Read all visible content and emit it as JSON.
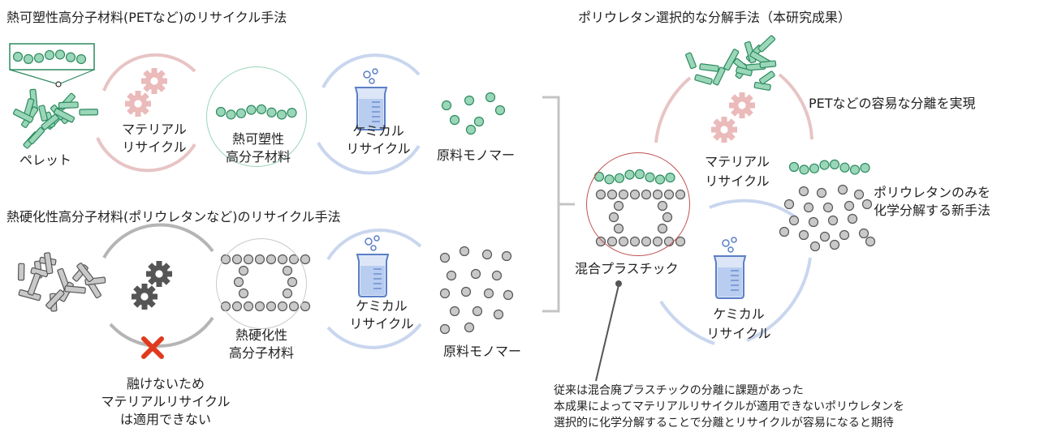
{
  "colors": {
    "green_fill": "#9ad6b8",
    "green_stroke": "#2c8a5f",
    "gray_fill": "#c9c9c9",
    "gray_stroke": "#555555",
    "pink_arrow": "#e8c4c4",
    "blue_arrow": "#c9d6ee",
    "gray_arrow": "#b0b0b0",
    "gear_pink": "#ebbaba",
    "gear_dark": "#555555",
    "beaker_blue": "#5b7fc6",
    "cross_red": "#e03a1e",
    "mixed_circle": "#c05050"
  },
  "icons": [
    "gear-icon",
    "beaker-icon",
    "cross-icon",
    "pellet-icon",
    "monomer-icon",
    "polymer-chain-icon"
  ],
  "thermoplastic": {
    "heading": "熱可塑性高分子材料(PETなど)のリサイクル手法",
    "pellet_label": "ペレット",
    "material_recycle": [
      "マテリアル",
      "リサイクル"
    ],
    "polymer_label": [
      "熱可塑性",
      "高分子材料"
    ],
    "chemical_recycle": [
      "ケミカル",
      "リサイクル"
    ],
    "monomer_label": "原料モノマー"
  },
  "thermoset": {
    "heading": "熱硬化性高分子材料(ポリウレタンなど)のリサイクル手法",
    "polymer_label": [
      "熱硬化性",
      "高分子材料"
    ],
    "chemical_recycle": [
      "ケミカル",
      "リサイクル"
    ],
    "monomer_label": "原料モノマー",
    "cannot_note": [
      "融けないため",
      "マテリアルリサイクル",
      "は適用できない"
    ]
  },
  "polyurethane_selective": {
    "heading": "ポリウレタン選択的な分解手法（本研究成果）",
    "pet_separation": "PETなどの容易な分離を実現",
    "material_recycle": [
      "マテリアル",
      "リサイクル"
    ],
    "new_method": [
      "ポリウレタンのみを",
      "化学分解する新手法"
    ],
    "mixed_plastic": "混合プラスチック",
    "chemical_recycle": [
      "ケミカル",
      "リサイクル"
    ]
  },
  "footnote": [
    "従来は混合廃プラスチックの分離に課題があった",
    "本成果によってマテリアルリサイクルが適用できないポリウレタンを",
    "選択的に化学分解することで分離とリサイクルが容易になると期待"
  ]
}
